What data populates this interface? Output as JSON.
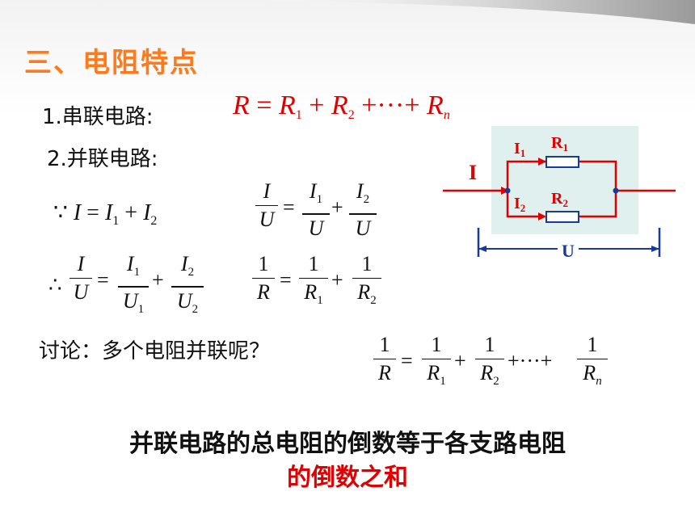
{
  "title": "三、电阻特点",
  "series_label": "1.串联电路:",
  "series_formula": {
    "lhs": "R",
    "eq": "=",
    "t1": "R",
    "s1": "1",
    "plus": "+",
    "t2": "R",
    "s2": "2",
    "dots": "+···+",
    "tn": "R",
    "sn": "n"
  },
  "parallel_label": "2.并联电路:",
  "because": {
    "sym": "∵",
    "lhs": "I",
    "eq": "=",
    "t1": "I",
    "s1": "1",
    "plus": "+",
    "t2": "I",
    "s2": "2"
  },
  "eq1": {
    "l_num": "I",
    "l_den": "U",
    "r1_num": "I",
    "r1_num_sub": "1",
    "r1_den": "U",
    "r2_num": "I",
    "r2_num_sub": "2",
    "r2_den": "U"
  },
  "therefore": {
    "sym": "∴",
    "l_num": "I",
    "l_den": "U",
    "r1_num": "I",
    "r1_num_sub": "1",
    "r1_den": "U",
    "r1_den_sub": "1",
    "r2_num": "I",
    "r2_num_sub": "2",
    "r2_den": "U",
    "r2_den_sub": "2"
  },
  "eq_red": {
    "l_num": "1",
    "l_den": "R",
    "r1_num": "1",
    "r1_den": "R",
    "r1_den_sub": "1",
    "r2_num": "1",
    "r2_den": "R",
    "r2_den_sub": "2"
  },
  "discussion": "讨论：多个电阻并联呢？",
  "eq_general": {
    "l_num": "1",
    "l_den": "R",
    "r1_num": "1",
    "r1_den": "R",
    "r1_den_sub": "1",
    "r2_num": "1",
    "r2_den": "R",
    "r2_den_sub": "2",
    "dots": "+···+",
    "rn_num": "1",
    "rn_den": "R",
    "rn_den_sub": "n"
  },
  "conclusion_line1": "并联电路的总电阻的倒数等于各支路电阻",
  "conclusion_line2": "的倒数之和",
  "circuit": {
    "I": "I",
    "I1": "I",
    "I1_sub": "1",
    "R1": "R",
    "R1_sub": "1",
    "I2": "I",
    "I2_sub": "2",
    "R2": "R",
    "R2_sub": "2",
    "U": "U"
  },
  "colors": {
    "title": "#ff7a1a",
    "accent_red": "#e00000",
    "wire": "#1a3a9a",
    "box": "#dff0ee"
  }
}
